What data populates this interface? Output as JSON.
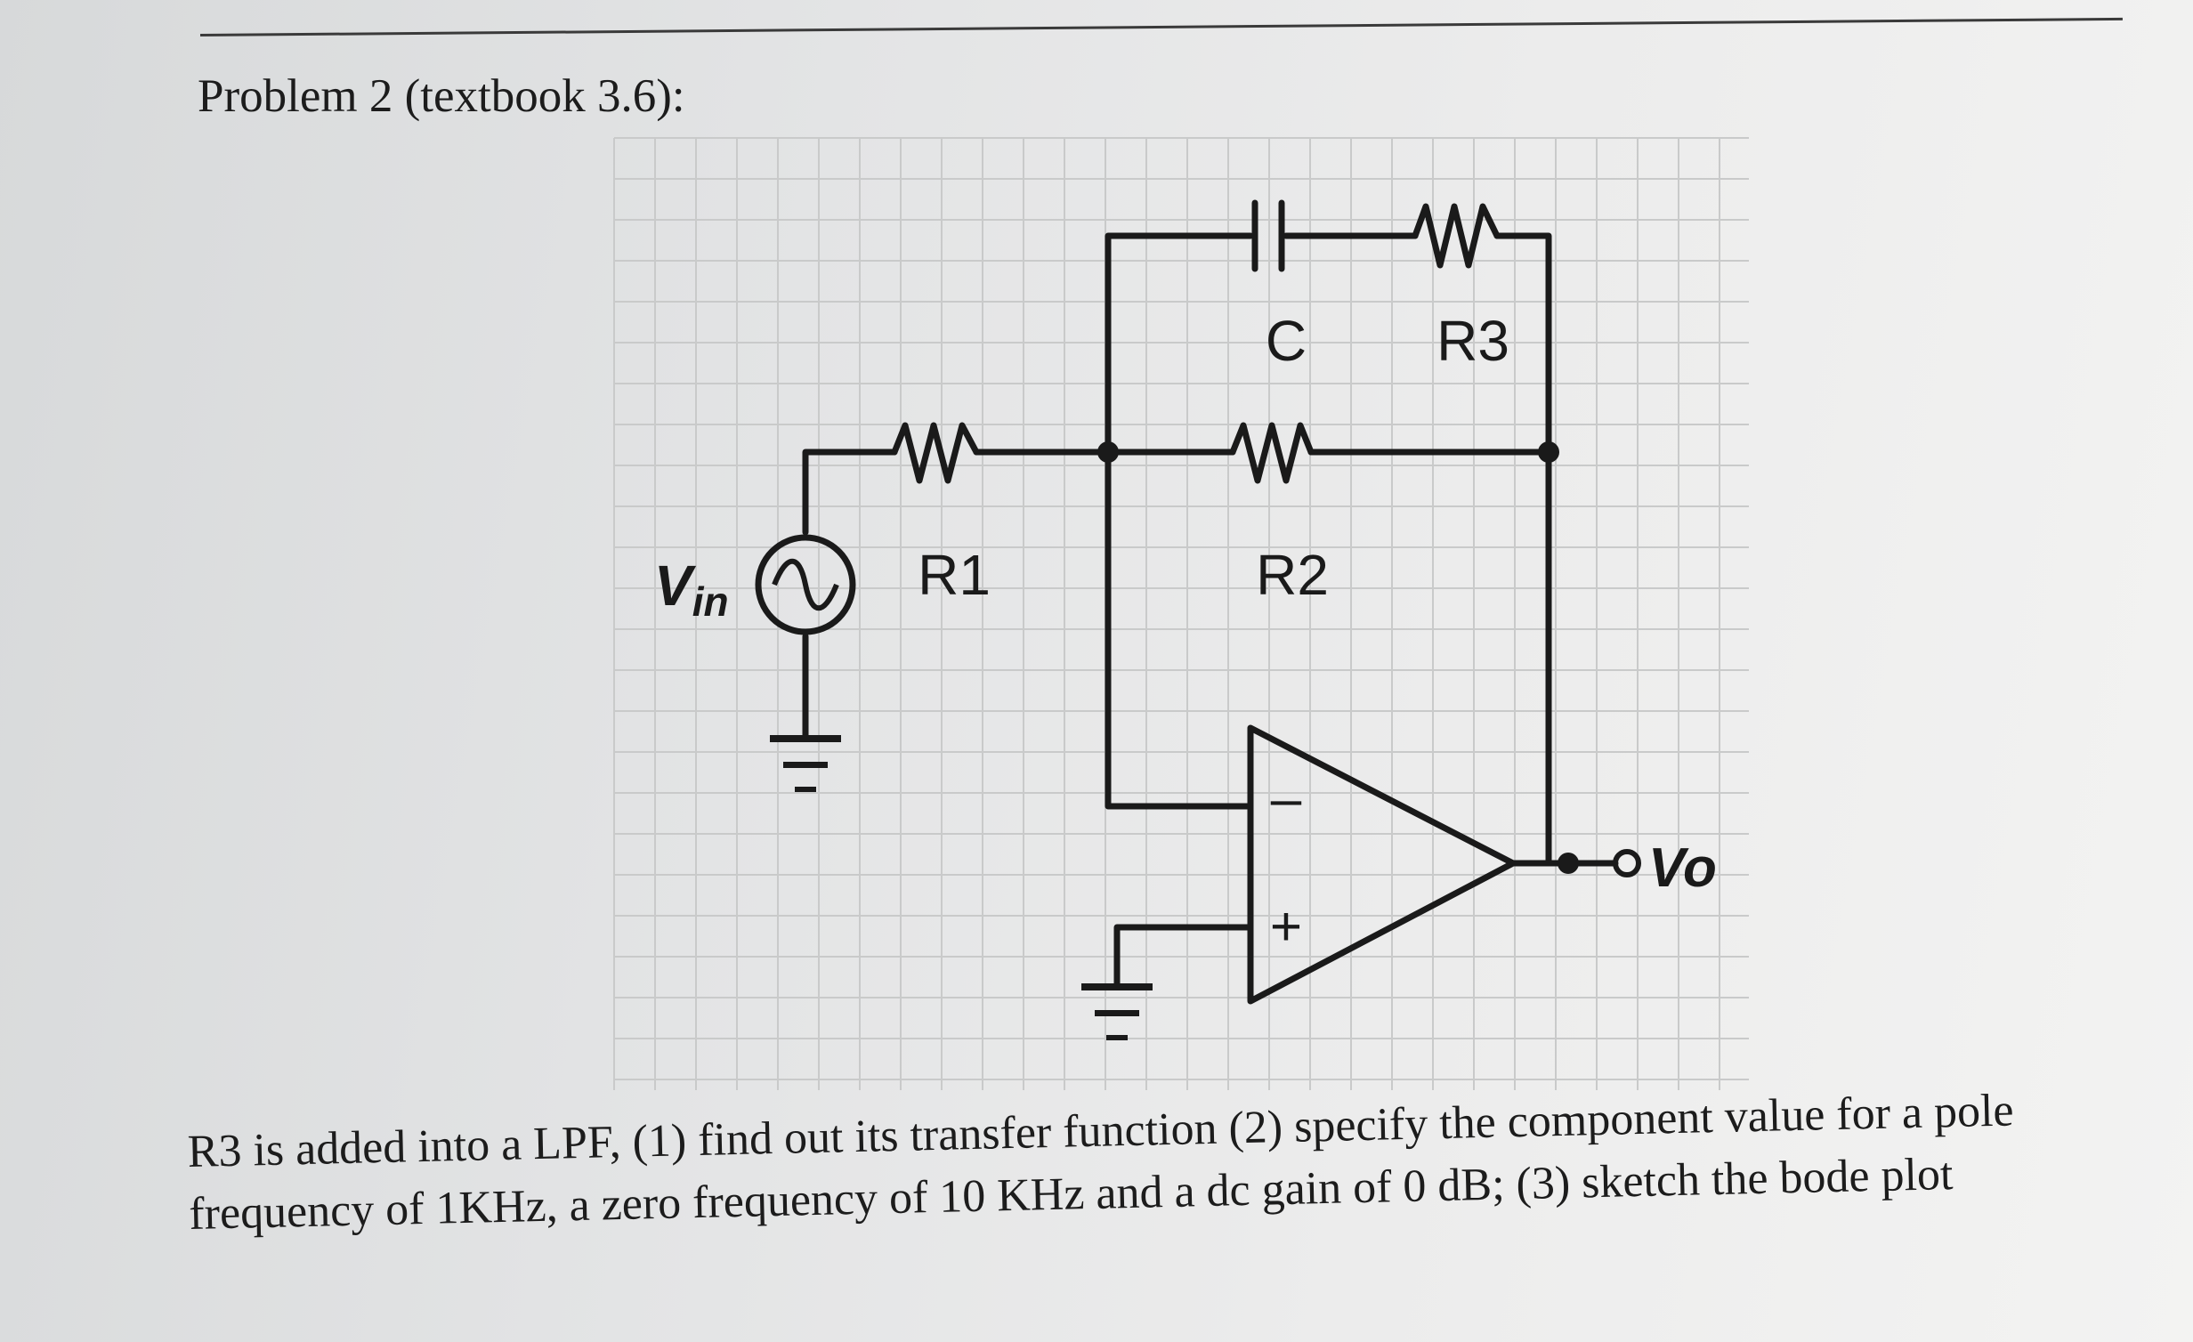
{
  "header": {
    "title": "Problem 2 (textbook 3.6):"
  },
  "circuit": {
    "labels": {
      "c": "C",
      "r3": "R3",
      "r1": "R1",
      "r2": "R2",
      "vin_main": "V",
      "vin_sub": "in",
      "vo": "Vo",
      "minus": "–",
      "plus": "+"
    }
  },
  "problem": {
    "line1": "R3 is added into a LPF, (1) find out its transfer function (2) specify the component value for a pole",
    "line2": "frequency of 1KHz, a zero frequency of 10 KHz and a dc gain of 0 dB; (3) sketch the bode plot"
  },
  "colors": {
    "background": "#e6e7e7",
    "ink": "#1a1a1a",
    "grid": "#cfd0d0"
  }
}
